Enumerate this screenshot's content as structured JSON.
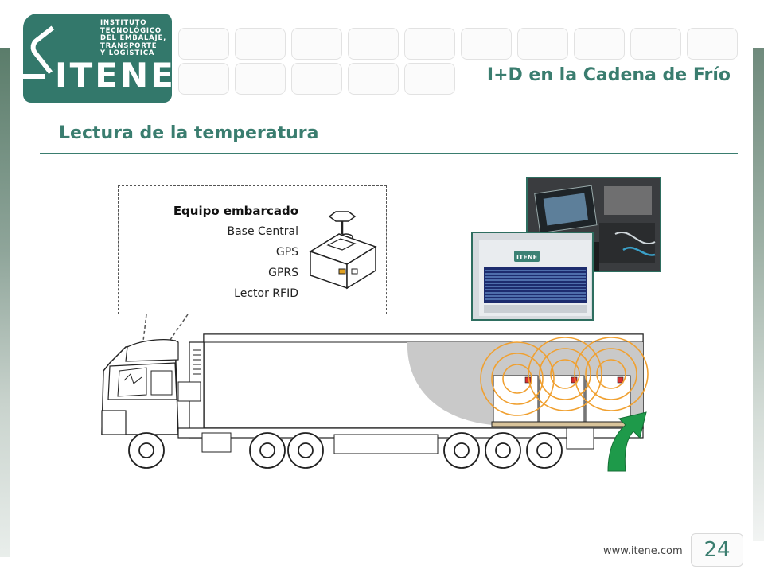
{
  "logo": {
    "small_text": "INSTITUTO\nTECNOLÓGICO\nDEL EMBALAJE,\nTRANSPORTE\nY LOGÍSTICA",
    "big_text": "ITENE"
  },
  "header": {
    "title": "I+D en la Cadena de Frío"
  },
  "slide": {
    "title": "Lectura de la temperatura"
  },
  "equipment": {
    "title": "Equipo embarcado",
    "items": [
      "Base Central",
      "GPS",
      "GPRS",
      "Lector RFID"
    ]
  },
  "photo_front": {
    "screen_logo": "ITENE"
  },
  "footer": {
    "url": "www.itene.com",
    "page_number": "24"
  },
  "colors": {
    "brand": "#33786b",
    "accent": "#3a7d6f",
    "rfid_waves": "#f0a030",
    "arrow": "#1e9a4a",
    "tag": "#d93030"
  }
}
